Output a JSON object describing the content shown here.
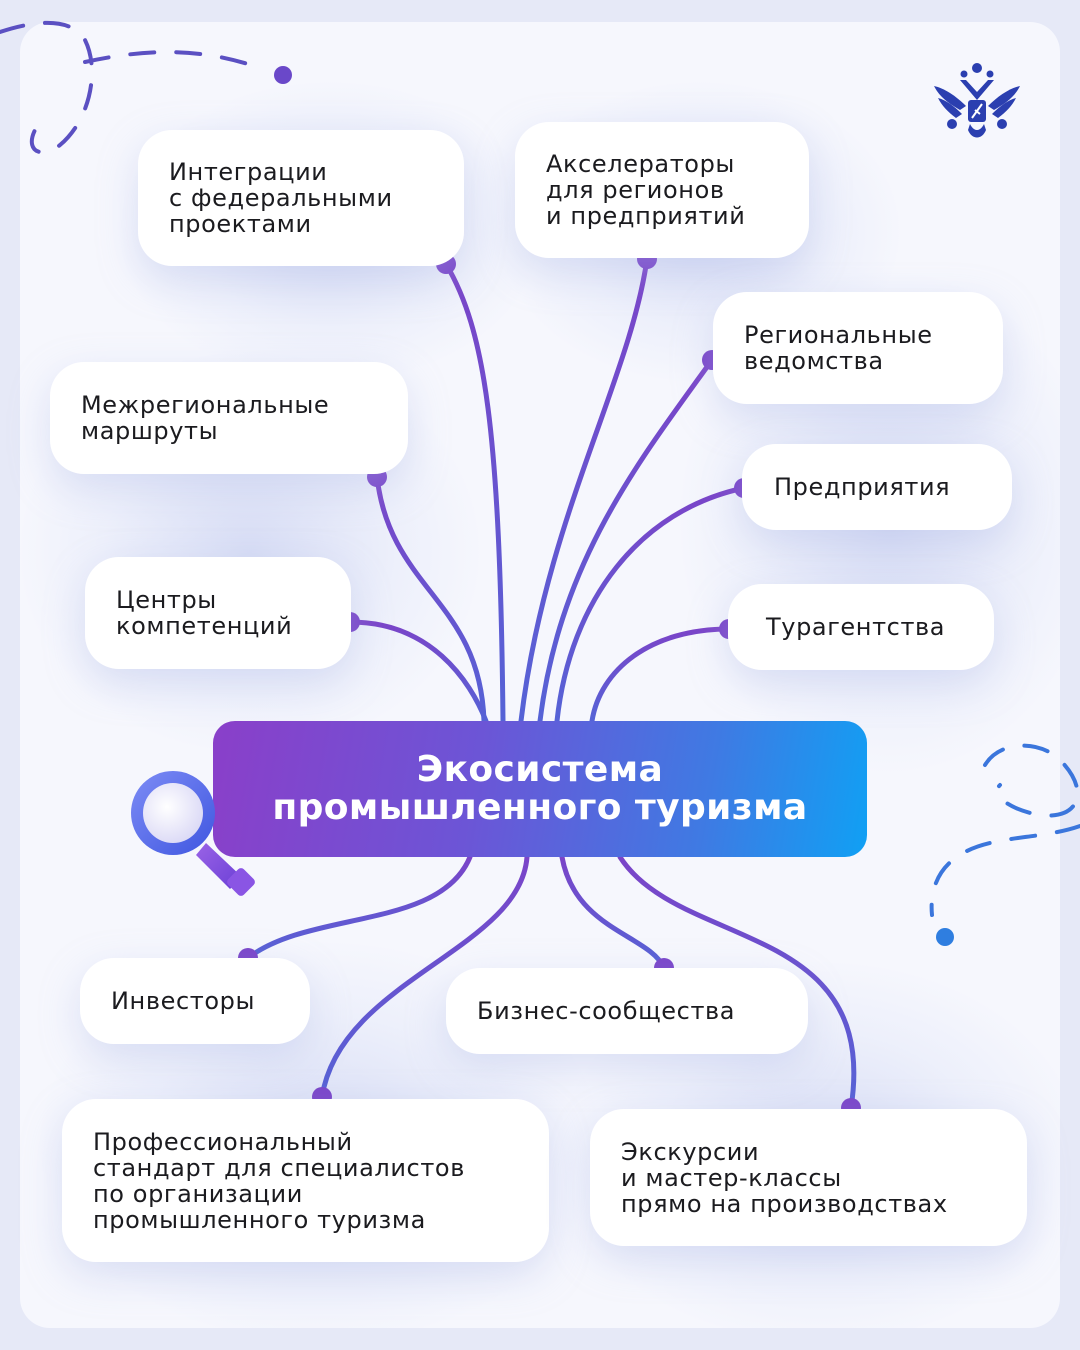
{
  "hub": {
    "title_line1": "Экосистема",
    "title_line2": "промышленного туризма",
    "gradient_start": "#8a3fc9",
    "gradient_end": "#10a0f4"
  },
  "nodes": [
    {
      "id": "integrations",
      "label": "Интеграции\nс федеральными\nпроектами"
    },
    {
      "id": "accelerators",
      "label": "Акселераторы\nдля регионов\nи предприятий"
    },
    {
      "id": "regional-agencies",
      "label": "Региональные\nведомства"
    },
    {
      "id": "interregional-routes",
      "label": "Межрегиональные\nмаршруты"
    },
    {
      "id": "enterprises",
      "label": "Предприятия"
    },
    {
      "id": "competence-centers",
      "label": "Центры\nкомпетенций"
    },
    {
      "id": "travel-agencies",
      "label": "Турагентства"
    },
    {
      "id": "investors",
      "label": "Инвесторы"
    },
    {
      "id": "business-communities",
      "label": "Бизнес-сообщества"
    },
    {
      "id": "professional-standard",
      "label": "Профессиональный\nстандарт для специалистов\nпо организации\nпромышленного туризма"
    },
    {
      "id": "excursions",
      "label": "Экскурсии\nи мастер-классы\nпрямо на производствах"
    }
  ],
  "colors": {
    "connector": "#7447c8",
    "connector_base": "#5563d6",
    "dot": "#7a45c9",
    "dashed_decor_top": "#5b50c2",
    "dashed_decor_right": "#2f7ee0",
    "emblem": "#2b3fb0"
  },
  "icons": {
    "emblem": "russian-coat-of-arms-icon",
    "magnifier": "magnifying-glass-icon"
  }
}
